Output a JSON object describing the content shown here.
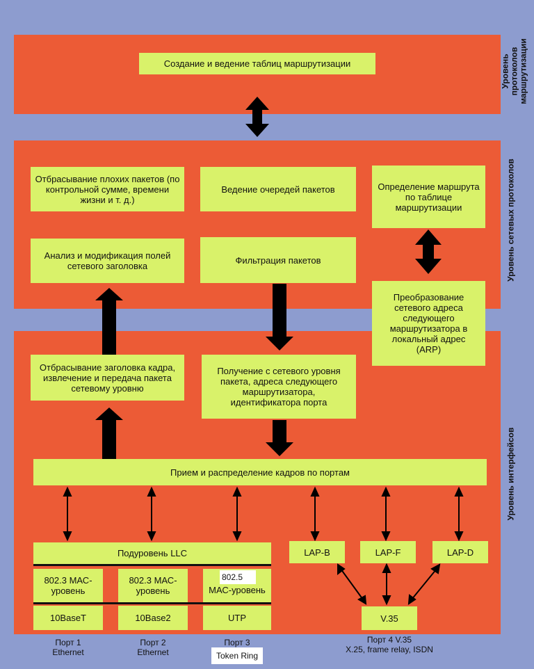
{
  "layers": {
    "routing_protocols": "Уровень протоколов маршрутизации",
    "network_protocols": "Уровень сетевых протоколов",
    "interfaces": "Уровень интерфейсов"
  },
  "boxes": {
    "routing_tables": "Создание и ведение таблиц маршрутизации",
    "discard_bad": "Отбрасывание плохих пакетов (по контрольной сумме, времени жизни и т. д.)",
    "queues": "Ведение очередей пакетов",
    "route_determination": "Определение маршрута по таблице маршрутизации",
    "header_analysis": "Анализ и модификация полей сетевого заголовка",
    "filtering": "Фильтрация пакетов",
    "arp": "Преобразование сетевого адреса следующего маршрутизатора в локальный адрес (ARP)",
    "frame_strip": "Отбрасывание заголовка кадра, извлечение и передача пакета сетевому уровню",
    "receive_from_network": "Получение с сетевого уровня пакета, адреса следующего маршрутизатора, идентификатора порта",
    "frame_distribution": "Прием и распределение кадров по портам",
    "llc": "Подуровень LLC",
    "mac1": "802.3 МАС-уровень",
    "mac2": "802.3 МАС-уровень",
    "mac3_num": "802.5",
    "mac3_text": "МАС-уровень",
    "phy1": "10BaseT",
    "phy2": "10Base2",
    "phy3": "UTP",
    "lapb": "LAP-B",
    "lapf": "LAP-F",
    "lapd": "LAP-D",
    "v35": "V.35"
  },
  "ports": {
    "p1_line1": "Порт 1",
    "p1_line2": "Ethernet",
    "p2_line1": "Порт 2",
    "p2_line2": "Ethernet",
    "p3_line1": "Порт 3",
    "p3_line2": "Token Ring",
    "p4_line1": "Порт 4 V.35",
    "p4_line2": "X.25, frame relay, ISDN"
  },
  "colors": {
    "background": "#8d9ccf",
    "layer": "#ec5b36",
    "box": "#d9f26a",
    "arrow": "#000000"
  }
}
